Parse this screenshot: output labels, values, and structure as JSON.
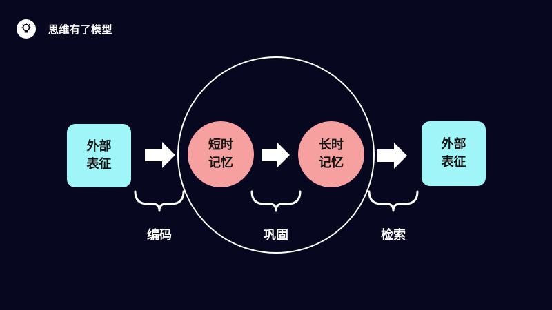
{
  "header": {
    "logo_icon": "lightbulb-icon",
    "title": "思维有了模型"
  },
  "diagram": {
    "nodes": {
      "external_input": "外部\n表征",
      "short_term": "短时\n记忆",
      "long_term": "长时\n记忆",
      "external_output": "外部\n表征"
    },
    "steps": {
      "encode": "编码",
      "consolidate": "巩固",
      "retrieve": "检索"
    },
    "colors": {
      "background": "#070720",
      "representation_box": "#9FF5F8",
      "memory_circle": "#F6A0A0",
      "line": "#FFFFFF"
    },
    "icons": [
      "arrow-right-icon",
      "brace-icon"
    ]
  }
}
